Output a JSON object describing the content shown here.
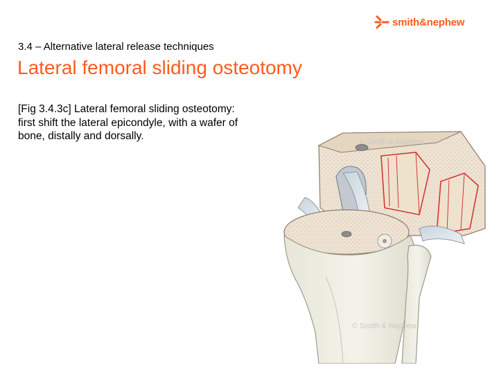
{
  "logo": {
    "text": "smith&nephew",
    "color": "#ff5a1f"
  },
  "header": {
    "section": "3.4 – Alternative lateral release techniques",
    "title": "Lateral femoral sliding osteotomy",
    "title_color": "#ff5a1f"
  },
  "body": {
    "caption": "[Fig 3.4.3c] Lateral femoral sliding osteotomy: first shift the lateral epicondyle, with a wafer of bone, distally and dorsally."
  },
  "figure": {
    "watermarks": [
      "© Smith & Nephew",
      "© Smith & Nephew"
    ]
  }
}
